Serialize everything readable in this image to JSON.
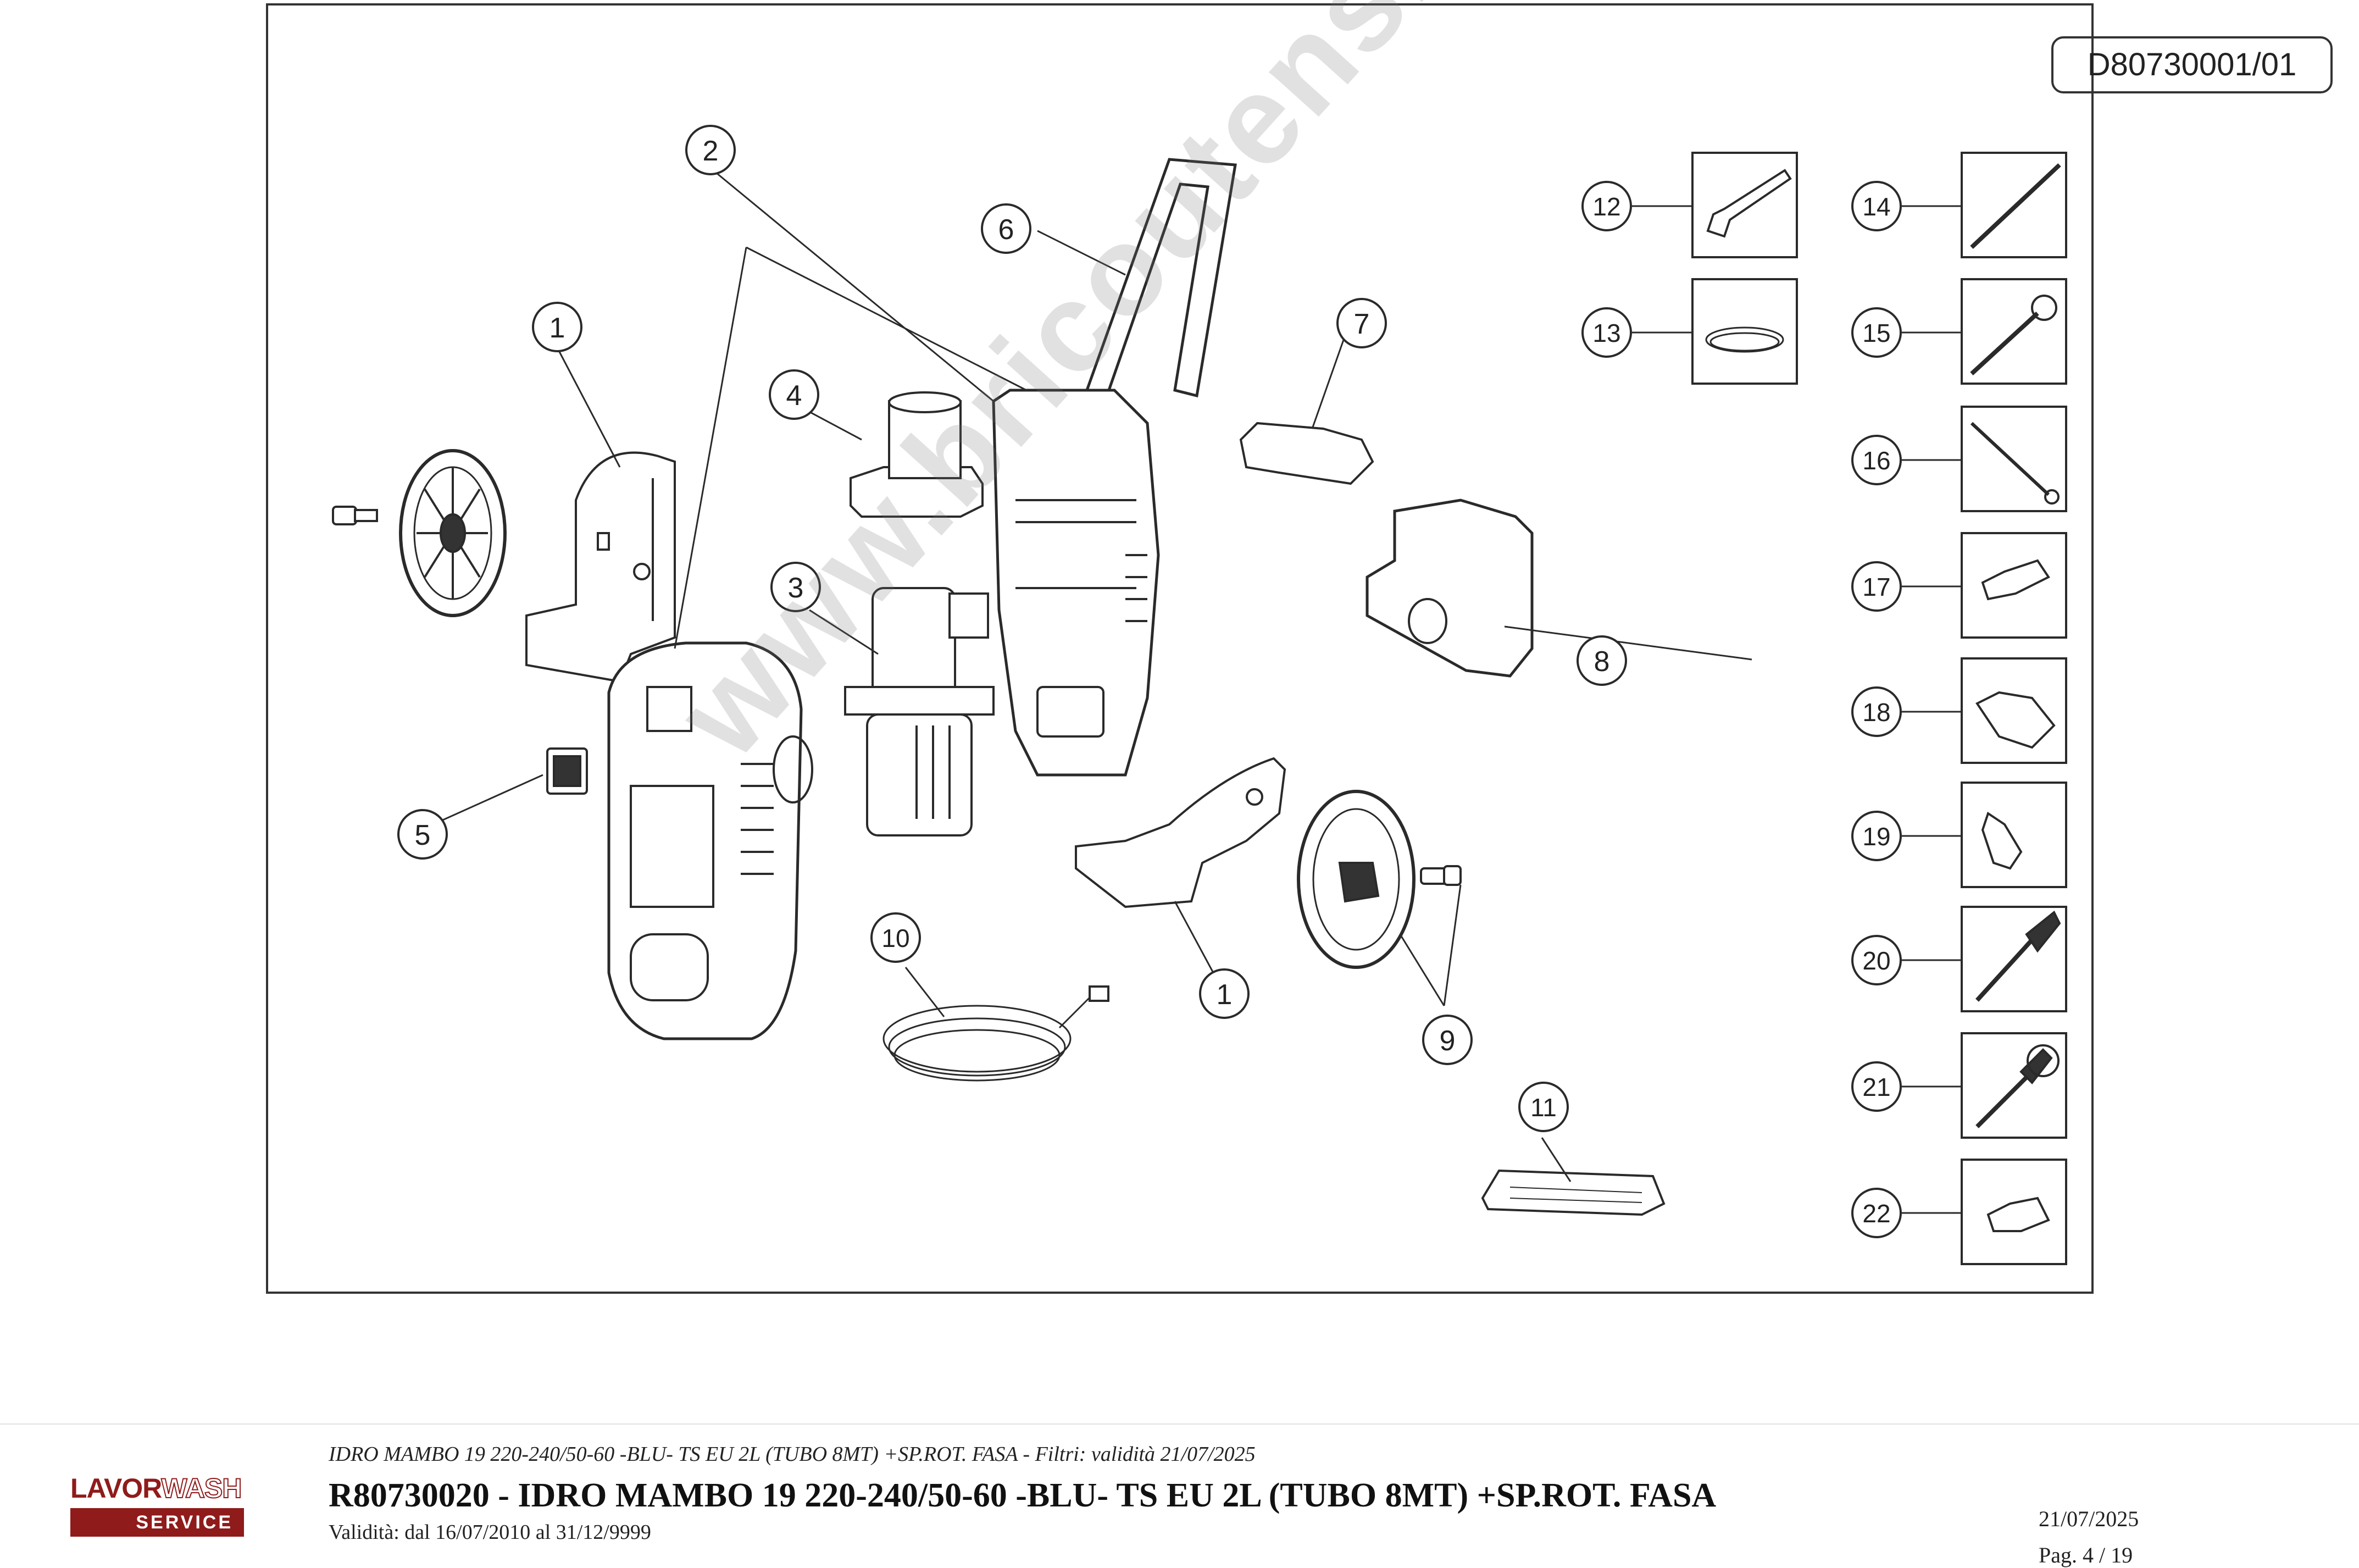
{
  "drawing_code": "D80730001/01",
  "watermark": "www.bricoutensili.com",
  "callouts": [
    "1",
    "2",
    "3",
    "4",
    "5",
    "6",
    "7",
    "8",
    "9",
    "10",
    "11",
    "12",
    "13",
    "14",
    "15",
    "16",
    "17",
    "18",
    "19",
    "20",
    "21",
    "22"
  ],
  "logo": {
    "brand_top": "LAVOR",
    "brand_top_2": "WASH",
    "brand_bottom": "SERVICE",
    "color": "#8f1b1b"
  },
  "footer": {
    "subtitle": "IDRO MAMBO 19 220-240/50-60 -BLU- TS EU 2L (TUBO 8MT) +SP.ROT. FASA - Filtri: validità 21/07/2025",
    "title": "R80730020 - IDRO MAMBO 19 220-240/50-60 -BLU- TS EU 2L (TUBO 8MT) +SP.ROT. FASA",
    "validity": "Validità: dal 16/07/2010 al 31/12/9999",
    "date": "21/07/2025",
    "page": "Pag. 4 / 19"
  }
}
